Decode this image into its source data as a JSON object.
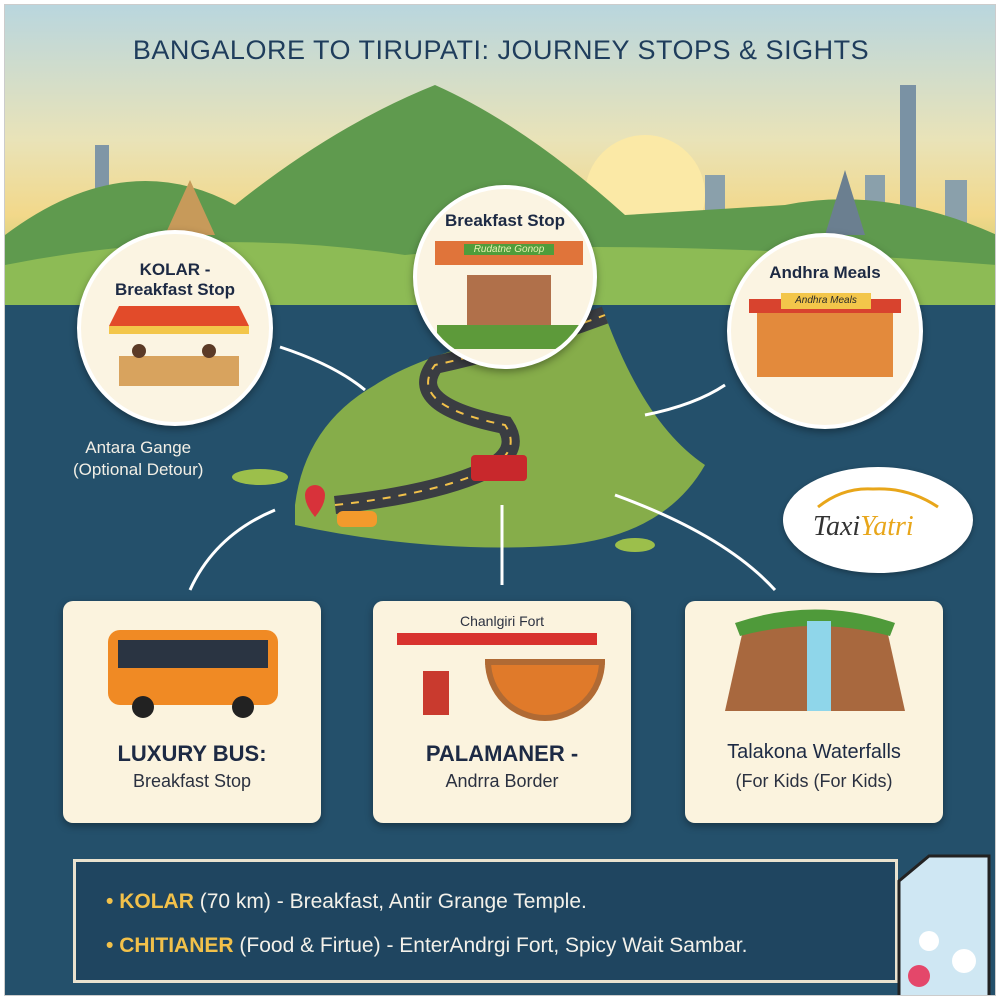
{
  "title": "BANGALORE TO TIRUPATI: JOURNEY STOPS & SIGHTS",
  "circles": [
    {
      "line1": "KOLAR -",
      "line2": "Breakfast Stop"
    },
    {
      "title": "Breakfast Stop",
      "sign": "Rudatne Gonop"
    },
    {
      "title": "Andhra Meals",
      "sign": "Andhra Meals"
    }
  ],
  "detour": {
    "line1": "Antara Gange",
    "line2": "(Optional Detour)"
  },
  "logo": {
    "text1": "Taxi",
    "text2": "Yatri"
  },
  "cards": [
    {
      "heading": "LUXURY BUS:",
      "sub": "Breakfast Stop"
    },
    {
      "label": "Chanlgiri Fort",
      "heading": "PALAMANER -",
      "sub": "Andrra Border"
    },
    {
      "heading": "Talakona Waterfalls",
      "sub": "(For Kids (For Kids)"
    }
  ],
  "info": [
    {
      "bullet": "•",
      "name": "KOLAR",
      "paren": "(70 km)",
      "text": "- Breakfast, Antir Grange Temple."
    },
    {
      "bullet": "•",
      "name": "CHITIANER",
      "paren": "(Food & Firtue)",
      "text": "- EnterAndrgi Fort, Spicy Wait Sambar."
    }
  ],
  "colors": {
    "water": "#24506b",
    "accent": "#f2c14a",
    "card": "#fbf3de"
  }
}
